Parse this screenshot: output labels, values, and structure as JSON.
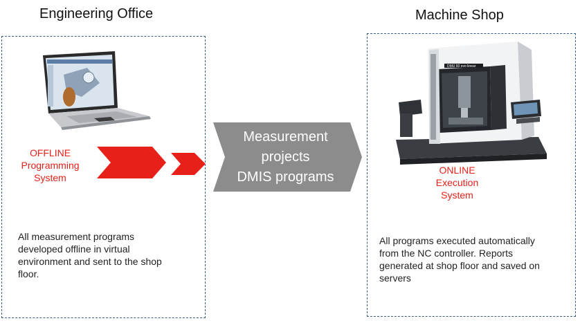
{
  "left_panel": {
    "title": "Engineering Office",
    "label": "OFFLINE\nProgramming\nSystem",
    "description": "All measurement programs\ndeveloped offline in virtual\nenvironment and sent to the shop\nfloor."
  },
  "center": {
    "label": "Measurement\nprojects\nDMIS programs"
  },
  "right_panel": {
    "title": "Machine Shop",
    "label": "ONLINE\nExecution\nSystem",
    "description": "All programs executed automatically\nfrom the NC controller. Reports\ngenerated at shop floor and saved on\nservers",
    "machine_brand": "DMU 60 evo linear"
  },
  "colors": {
    "accent_red": "#e8201a",
    "arrow_gray": "#8c8c8c",
    "panel_border": "#3a5e8c"
  }
}
